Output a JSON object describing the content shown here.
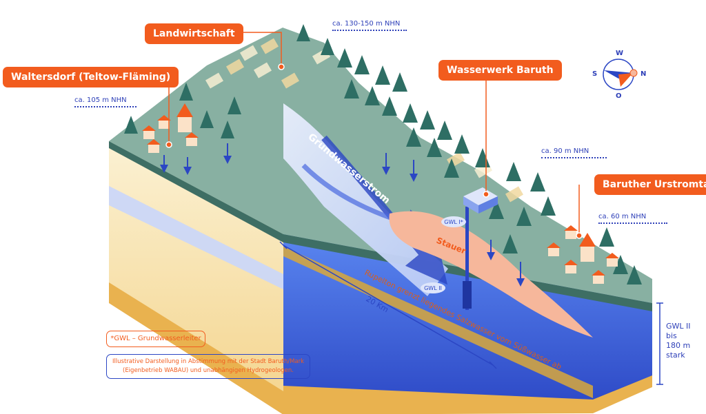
{
  "labels": {
    "waltersdorf": "Waltersdorf (Teltow-Fläming)",
    "landwirtschaft": "Landwirtschaft",
    "wasserwerk": "Wasserwerk Baruth",
    "urstromtal": "Baruther Urstromtal"
  },
  "elevations": {
    "e105": "ca. 105 m NHN",
    "e130": "ca. 130-150 m NHN",
    "e90": "ca. 90 m NHN",
    "e60": "ca. 60 m NHN"
  },
  "diagram_text": {
    "grundwasserstrom": "Grundwasserstrom",
    "stauer": "Stauer",
    "gwl1": "GWL I*",
    "gwl2": "GWL II",
    "rupelton": "Rupelton grenzt liegendes Salzwasser vom Süßwasser ab",
    "distance": "20 Km"
  },
  "gwl_thickness": {
    "line1": "GWL II",
    "line2": "bis",
    "line3": "180 m stark"
  },
  "notes": {
    "legend": "*GWL – Grundwasserleiter",
    "disclaimer_line1": "Illustrative Darstellung in Abstimmung mit der Stadt Baruth/Mark",
    "disclaimer_line2": "(Eigenbetrieb WABAU) und unabhängigen Hydrogeologen."
  },
  "compass": {
    "north": "N",
    "south": "S",
    "west": "W",
    "east": "O"
  },
  "colors": {
    "accent": "#f25c1e",
    "ink": "#2d3fb8",
    "grass_top": "#7fa89a",
    "grass_side": "#3e6e64",
    "tree": "#2e6e64",
    "water": "#3a5fd8",
    "sand": "#f6dfa3",
    "clay": "#f6b79b"
  }
}
